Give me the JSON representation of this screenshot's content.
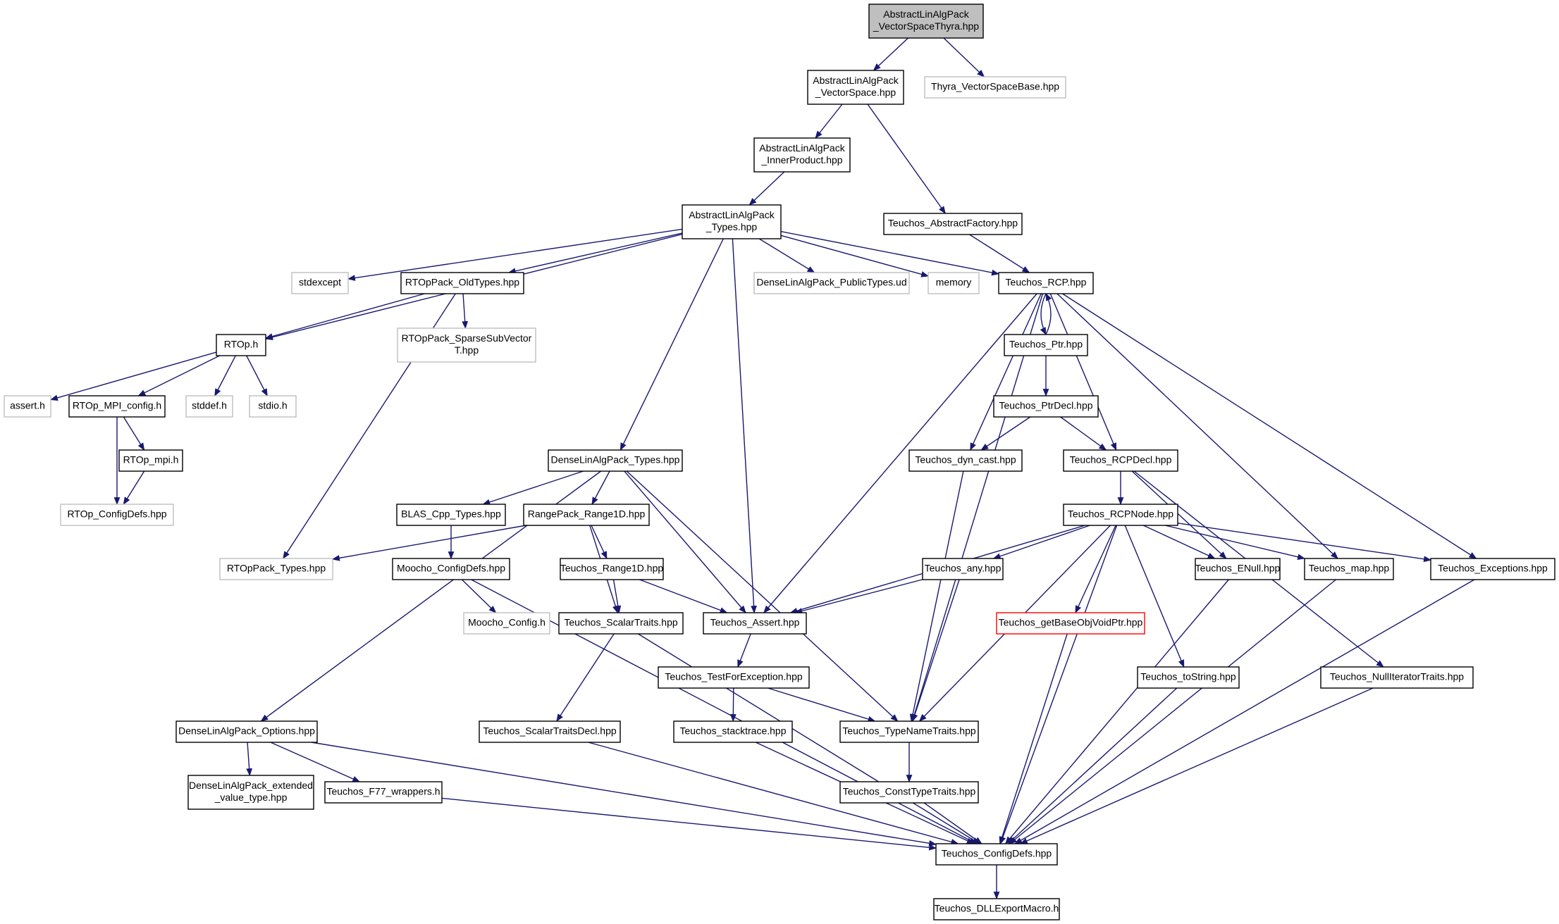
{
  "colors": {
    "edge": "#191970",
    "root_fill": "#bfbfbf",
    "normal_border": "#000000",
    "external_border": "#bfbfbf",
    "warning_border": "#ff0000"
  },
  "nodes": [
    {
      "id": "root",
      "kind": "root",
      "lines": [
        "AbstractLinAlgPack",
        "_VectorSpaceThyra.hpp"
      ]
    },
    {
      "id": "vs",
      "kind": "normal",
      "lines": [
        "AbstractLinAlgPack",
        "_VectorSpace.hpp"
      ]
    },
    {
      "id": "thyra",
      "kind": "ext",
      "lines": [
        "Thyra_VectorSpaceBase.hpp"
      ]
    },
    {
      "id": "ip",
      "kind": "normal",
      "lines": [
        "AbstractLinAlgPack",
        "_InnerProduct.hpp"
      ]
    },
    {
      "id": "absfac",
      "kind": "normal",
      "lines": [
        "Teuchos_AbstractFactory.hpp"
      ]
    },
    {
      "id": "types",
      "kind": "normal",
      "lines": [
        "AbstractLinAlgPack",
        "_Types.hpp"
      ]
    },
    {
      "id": "stdexcept",
      "kind": "ext",
      "lines": [
        "stdexcept"
      ]
    },
    {
      "id": "oldtypes",
      "kind": "normal",
      "lines": [
        "RTOpPack_OldTypes.hpp"
      ]
    },
    {
      "id": "pubtypes",
      "kind": "ext",
      "lines": [
        "DenseLinAlgPack_PublicTypes.ud"
      ]
    },
    {
      "id": "memory",
      "kind": "ext",
      "lines": [
        "memory"
      ]
    },
    {
      "id": "rcp",
      "kind": "normal",
      "lines": [
        "Teuchos_RCP.hpp"
      ]
    },
    {
      "id": "rtoph",
      "kind": "normal",
      "lines": [
        "RTOp.h"
      ]
    },
    {
      "id": "sparse",
      "kind": "ext",
      "lines": [
        "RTOpPack_SparseSubVector",
        "T.hpp"
      ]
    },
    {
      "id": "ptr",
      "kind": "normal",
      "lines": [
        "Teuchos_Ptr.hpp"
      ]
    },
    {
      "id": "asserth",
      "kind": "ext",
      "lines": [
        "assert.h"
      ]
    },
    {
      "id": "mpiconfig",
      "kind": "normal",
      "lines": [
        "RTOp_MPI_config.h"
      ]
    },
    {
      "id": "stddef",
      "kind": "ext",
      "lines": [
        "stddef.h"
      ]
    },
    {
      "id": "stdio",
      "kind": "ext",
      "lines": [
        "stdio.h"
      ]
    },
    {
      "id": "ptrdecl",
      "kind": "normal",
      "lines": [
        "Teuchos_PtrDecl.hpp"
      ]
    },
    {
      "id": "rtopmpi",
      "kind": "normal",
      "lines": [
        "RTOp_mpi.h"
      ]
    },
    {
      "id": "dltypes",
      "kind": "normal",
      "lines": [
        "DenseLinAlgPack_Types.hpp"
      ]
    },
    {
      "id": "dyncast",
      "kind": "normal",
      "lines": [
        "Teuchos_dyn_cast.hpp"
      ]
    },
    {
      "id": "rcpdecl",
      "kind": "normal",
      "lines": [
        "Teuchos_RCPDecl.hpp"
      ]
    },
    {
      "id": "rtopconfig",
      "kind": "ext",
      "lines": [
        "RTOp_ConfigDefs.hpp"
      ]
    },
    {
      "id": "blas",
      "kind": "normal",
      "lines": [
        "BLAS_Cpp_Types.hpp"
      ]
    },
    {
      "id": "range1d",
      "kind": "normal",
      "lines": [
        "RangePack_Range1D.hpp"
      ]
    },
    {
      "id": "rcpnode",
      "kind": "normal",
      "lines": [
        "Teuchos_RCPNode.hpp"
      ]
    },
    {
      "id": "rtoppacktypes",
      "kind": "ext",
      "lines": [
        "RTOpPack_Types.hpp"
      ]
    },
    {
      "id": "moochoconfigdefs",
      "kind": "normal",
      "lines": [
        "Moocho_ConfigDefs.hpp"
      ]
    },
    {
      "id": "trange1d",
      "kind": "normal",
      "lines": [
        "Teuchos_Range1D.hpp"
      ]
    },
    {
      "id": "any",
      "kind": "normal",
      "lines": [
        "Teuchos_any.hpp"
      ]
    },
    {
      "id": "enull",
      "kind": "normal",
      "lines": [
        "Teuchos_ENull.hpp"
      ]
    },
    {
      "id": "map",
      "kind": "normal",
      "lines": [
        "Teuchos_map.hpp"
      ]
    },
    {
      "id": "exceptions",
      "kind": "normal",
      "lines": [
        "Teuchos_Exceptions.hpp"
      ]
    },
    {
      "id": "moochoconfig",
      "kind": "ext",
      "lines": [
        "Moocho_Config.h"
      ]
    },
    {
      "id": "scalartraits",
      "kind": "normal",
      "lines": [
        "Teuchos_ScalarTraits.hpp"
      ]
    },
    {
      "id": "assert",
      "kind": "normal",
      "lines": [
        "Teuchos_Assert.hpp"
      ]
    },
    {
      "id": "getbase",
      "kind": "warn",
      "lines": [
        "Teuchos_getBaseObjVoidPtr.hpp"
      ]
    },
    {
      "id": "testforexc",
      "kind": "normal",
      "lines": [
        "Teuchos_TestForException.hpp"
      ]
    },
    {
      "id": "tostring",
      "kind": "normal",
      "lines": [
        "Teuchos_toString.hpp"
      ]
    },
    {
      "id": "nulliter",
      "kind": "normal",
      "lines": [
        "Teuchos_NullIteratorTraits.hpp"
      ]
    },
    {
      "id": "options",
      "kind": "normal",
      "lines": [
        "DenseLinAlgPack_Options.hpp"
      ]
    },
    {
      "id": "scalartraitsdecl",
      "kind": "normal",
      "lines": [
        "Teuchos_ScalarTraitsDecl.hpp"
      ]
    },
    {
      "id": "stacktrace",
      "kind": "normal",
      "lines": [
        "Teuchos_stacktrace.hpp"
      ]
    },
    {
      "id": "typename",
      "kind": "normal",
      "lines": [
        "Teuchos_TypeNameTraits.hpp"
      ]
    },
    {
      "id": "extended",
      "kind": "normal",
      "lines": [
        "DenseLinAlgPack_extended",
        "_value_type.hpp"
      ]
    },
    {
      "id": "f77",
      "kind": "normal",
      "lines": [
        "Teuchos_F77_wrappers.h"
      ]
    },
    {
      "id": "consttype",
      "kind": "normal",
      "lines": [
        "Teuchos_ConstTypeTraits.hpp"
      ]
    },
    {
      "id": "configdefs",
      "kind": "normal",
      "lines": [
        "Teuchos_ConfigDefs.hpp"
      ]
    },
    {
      "id": "dllexport",
      "kind": "normal",
      "lines": [
        "Teuchos_DLLExportMacro.h"
      ]
    }
  ],
  "edges": [
    [
      "root",
      "vs"
    ],
    [
      "root",
      "thyra"
    ],
    [
      "vs",
      "ip"
    ],
    [
      "vs",
      "absfac"
    ],
    [
      "ip",
      "types"
    ],
    [
      "absfac",
      "rcp"
    ],
    [
      "types",
      "stdexcept"
    ],
    [
      "types",
      "oldtypes"
    ],
    [
      "types",
      "pubtypes"
    ],
    [
      "types",
      "memory"
    ],
    [
      "types",
      "rcp"
    ],
    [
      "types",
      "rtoph"
    ],
    [
      "types",
      "dltypes"
    ],
    [
      "types",
      "assert"
    ],
    [
      "oldtypes",
      "rtoph"
    ],
    [
      "oldtypes",
      "sparse"
    ],
    [
      "oldtypes",
      "rtoppacktypes"
    ],
    [
      "rtoph",
      "asserth"
    ],
    [
      "rtoph",
      "mpiconfig"
    ],
    [
      "rtoph",
      "stddef"
    ],
    [
      "rtoph",
      "stdio"
    ],
    [
      "mpiconfig",
      "rtopmpi"
    ],
    [
      "mpiconfig",
      "rtopconfig"
    ],
    [
      "rtopmpi",
      "rtopconfig"
    ],
    [
      "rcp",
      "ptr"
    ],
    [
      "ptr",
      "rcp"
    ],
    [
      "ptr",
      "ptrdecl"
    ],
    [
      "rcp",
      "dyncast"
    ],
    [
      "rcp",
      "rcpdecl"
    ],
    [
      "rcp",
      "assert"
    ],
    [
      "rcp",
      "typename"
    ],
    [
      "rcp",
      "map"
    ],
    [
      "rcp",
      "exceptions"
    ],
    [
      "ptrdecl",
      "dyncast"
    ],
    [
      "ptrdecl",
      "rcpdecl"
    ],
    [
      "dyncast",
      "typename"
    ],
    [
      "rcpdecl",
      "rcpnode"
    ],
    [
      "rcpdecl",
      "enull"
    ],
    [
      "rcpdecl",
      "nulliter"
    ],
    [
      "rcpnode",
      "assert"
    ],
    [
      "rcpnode",
      "any"
    ],
    [
      "rcpnode",
      "getbase"
    ],
    [
      "rcpnode",
      "enull"
    ],
    [
      "rcpnode",
      "map"
    ],
    [
      "rcpnode",
      "exceptions"
    ],
    [
      "rcpnode",
      "typename"
    ],
    [
      "rcpnode",
      "tostring"
    ],
    [
      "rcpnode",
      "configdefs"
    ],
    [
      "any",
      "assert"
    ],
    [
      "any",
      "typename"
    ],
    [
      "dltypes",
      "blas"
    ],
    [
      "dltypes",
      "range1d"
    ],
    [
      "dltypes",
      "assert"
    ],
    [
      "dltypes",
      "typename"
    ],
    [
      "dltypes",
      "options"
    ],
    [
      "blas",
      "moochoconfigdefs"
    ],
    [
      "range1d",
      "rtoppacktypes"
    ],
    [
      "range1d",
      "trange1d"
    ],
    [
      "range1d",
      "scalartraits"
    ],
    [
      "trange1d",
      "scalartraits"
    ],
    [
      "trange1d",
      "assert"
    ],
    [
      "moochoconfigdefs",
      "moochoconfig"
    ],
    [
      "moochoconfigdefs",
      "configdefs"
    ],
    [
      "scalartraits",
      "scalartraitsdecl"
    ],
    [
      "scalartraits",
      "configdefs"
    ],
    [
      "assert",
      "testforexc"
    ],
    [
      "testforexc",
      "stacktrace"
    ],
    [
      "testforexc",
      "typename"
    ],
    [
      "options",
      "extended"
    ],
    [
      "options",
      "f77"
    ],
    [
      "options",
      "configdefs"
    ],
    [
      "scalartraitsdecl",
      "configdefs"
    ],
    [
      "stacktrace",
      "configdefs"
    ],
    [
      "typename",
      "consttype"
    ],
    [
      "consttype",
      "configdefs"
    ],
    [
      "f77",
      "configdefs"
    ],
    [
      "getbase",
      "configdefs"
    ],
    [
      "tostring",
      "configdefs"
    ],
    [
      "enull",
      "configdefs"
    ],
    [
      "map",
      "configdefs"
    ],
    [
      "exceptions",
      "configdefs"
    ],
    [
      "nulliter",
      "configdefs"
    ],
    [
      "configdefs",
      "dllexport"
    ]
  ]
}
